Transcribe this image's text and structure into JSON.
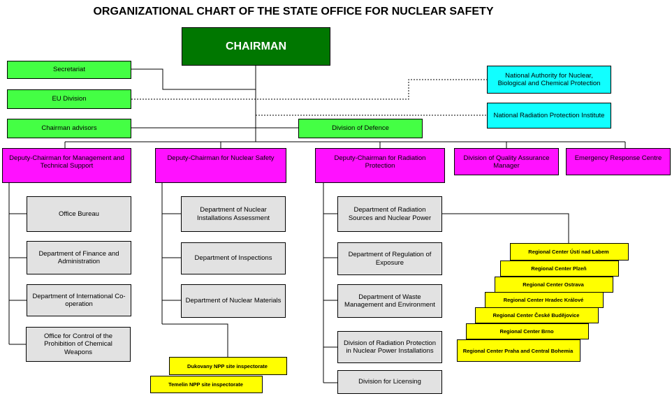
{
  "title": "ORGANIZATIONAL CHART OF THE STATE OFFICE FOR NUCLEAR SAFETY",
  "chairman": "CHAIRMAN",
  "left_units": [
    "Secretariat",
    "EU Division",
    "Chairman advisors"
  ],
  "external": {
    "nbc": "National Authority for Nuclear, Biological and Chemical Protection",
    "radiation_institute": "National Radiation Protection Institute"
  },
  "defence": "Division of Defence",
  "deputies": {
    "management": "Deputy-Chairman for Management and Technical Support",
    "nuclear": "Deputy-Chairman for Nuclear Safety",
    "radiation": "Deputy-Chairman for Radiation Protection"
  },
  "quality": "Division of Quality Assurance Manager",
  "emergency": "Emergency Response Centre",
  "management_depts": [
    "Office Bureau",
    "Department of Finance and Administration",
    "Department of International Co-operation",
    "Office for Control of the Prohibition of Chemical Weapons"
  ],
  "nuclear_depts": [
    "Department of Nuclear Installations Assessment",
    "Department of Inspections",
    "Department of Nuclear Materials"
  ],
  "inspectorates": [
    "Dukovany NPP site inspectorate",
    "Temelin NPP site inspectorate"
  ],
  "radiation_depts": [
    "Department of Radiation Sources and Nuclear Power",
    "Department of Regulation of Exposure",
    "Department of Waste Management and Environment",
    "Division of Radiation Protection in Nuclear Power Installations",
    "Division for Licensing"
  ],
  "regional_centers": [
    "Regional Center Ústí nad Labem",
    "Regional Center Plzeň",
    "Regional Center Ostrava",
    "Regional Center Hradec Králové",
    "Regional Center České Budějovice",
    "Regional Center Brno",
    "Regional Center Praha and Central Bohemia"
  ],
  "colors": {
    "chairman": "#007700",
    "staff_unit": "#44ff44",
    "external_body": "#11ffff",
    "deputy": "#ff11ff",
    "department": "#e2e2e2",
    "regional": "#ffff00"
  }
}
